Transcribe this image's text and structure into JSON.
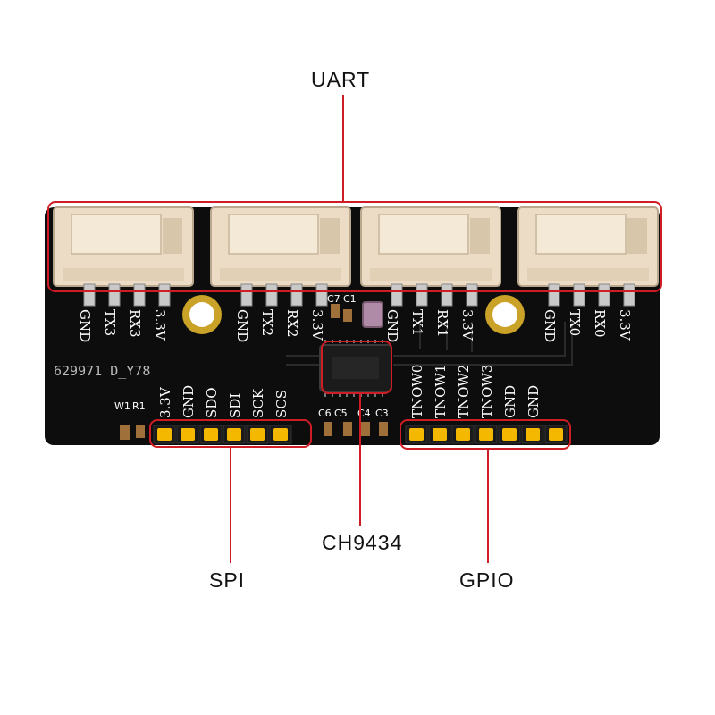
{
  "callouts": {
    "uart": "UART",
    "spi": "SPI",
    "chip": "CH9434",
    "gpio": "GPIO"
  },
  "board": {
    "part_code": "629971 D_Y78",
    "uart_groups": [
      [
        "GND",
        "TX3",
        "RX3",
        "3.3V"
      ],
      [
        "GND",
        "TX2",
        "RX2",
        "3.3V"
      ],
      [
        "GND",
        "TX1",
        "RX1",
        "3.3V"
      ],
      [
        "GND",
        "TX0",
        "RX0",
        "3.3V"
      ]
    ],
    "spi_pins": [
      "3.3V",
      "GND",
      "SDO",
      "SDI",
      "SCK",
      "SCS"
    ],
    "gpio_pins": [
      "TNOW0",
      "TNOW1",
      "TNOW2",
      "TNOW3",
      "GND",
      "GND"
    ],
    "designators": [
      "W1",
      "R1",
      "C6",
      "C5",
      "C4",
      "C3",
      "C7",
      "C1"
    ]
  },
  "colors": {
    "pcb": "#0d0d0d",
    "connector": "#ecdcc6",
    "header_pin": "#f5b800",
    "callout_line": "#d01c24",
    "silkscreen": "#ffffff"
  }
}
